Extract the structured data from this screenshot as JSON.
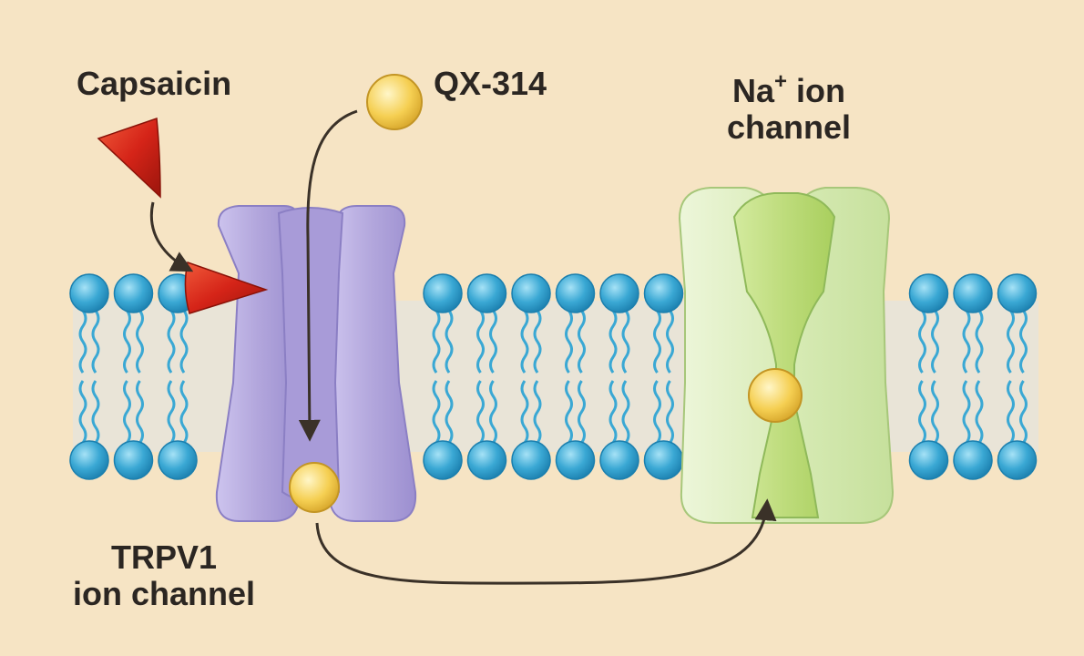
{
  "labels": {
    "capsaicin": "Capsaicin",
    "qx314": "QX-314",
    "na_channel": {
      "name": "Na",
      "charge": "+",
      "line1_rest": " ion",
      "line2": "channel"
    },
    "trpv1": {
      "line1": "TRPV1",
      "line2": "ion channel"
    }
  },
  "colors": {
    "background": "#f6e4c4",
    "head_group": "#3aa8d4",
    "tail": "#3aa8d4",
    "trpv1_channel": "#b2a6dc",
    "na_channel_outer": "#d8ebb6",
    "na_channel_inner": "#bedc7c",
    "capsaicin": "#d52418",
    "ion": "#f5cf52",
    "arrow": "#3a3128"
  },
  "icons": [
    "capsaicin-cone-icon",
    "ion-sphere-icon",
    "arrow-icon"
  ]
}
